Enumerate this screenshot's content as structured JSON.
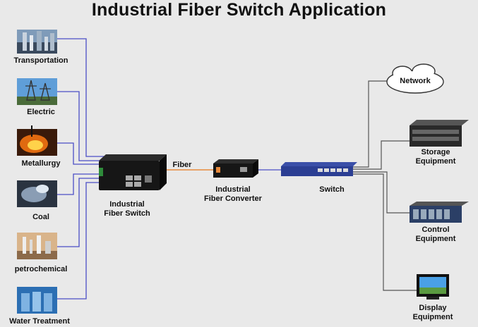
{
  "title": "Industrial Fiber Switch Application",
  "sources": [
    {
      "label": "Transportation",
      "icon": "city-icon"
    },
    {
      "label": "Electric",
      "icon": "power-tower-icon"
    },
    {
      "label": "Metallurgy",
      "icon": "furnace-icon"
    },
    {
      "label": "Coal",
      "icon": "mine-icon"
    },
    {
      "label": "petrochemical",
      "icon": "refinery-icon"
    },
    {
      "label": "Water Treatment",
      "icon": "water-tank-icon"
    }
  ],
  "devices": {
    "fiber_switch": {
      "line1": "Industrial",
      "line2": "Fiber Switch"
    },
    "fiber_link": "Fiber",
    "converter": {
      "line1": "Industrial",
      "line2": "Fiber Converter"
    },
    "switch": "Switch",
    "network": "Network",
    "storage": {
      "line1": "Storage",
      "line2": "Equipment"
    },
    "control": {
      "line1": "Control",
      "line2": "Equipment"
    },
    "display": {
      "line1": "Display",
      "line2": "Equipment"
    }
  },
  "colors": {
    "copper_link": "#4b4fc6",
    "fiber_link": "#e88a3c",
    "trunk_link": "#555555"
  }
}
